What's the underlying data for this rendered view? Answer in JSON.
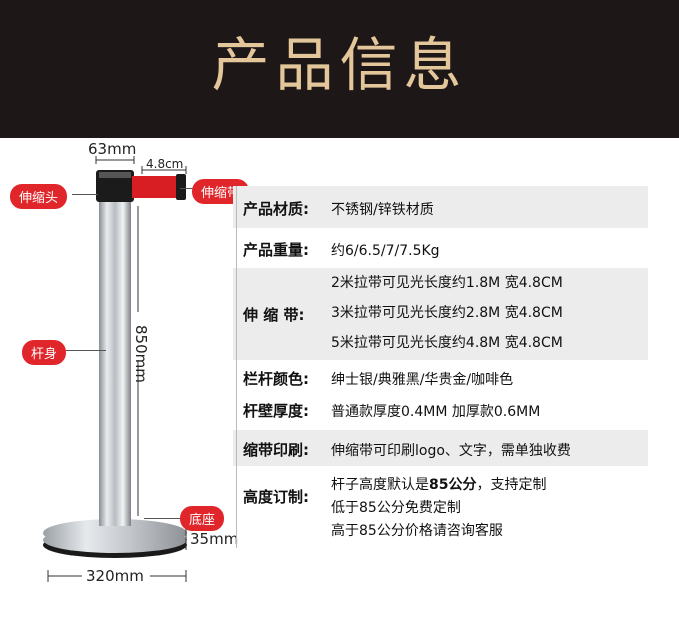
{
  "banner": {
    "title": "产品信息"
  },
  "dimensions": {
    "top_width": "63mm",
    "belt_width": "4.8cm",
    "height": "850mm",
    "base_width": "320mm",
    "base_height": "35mm"
  },
  "callouts": {
    "head": "伸缩头",
    "belt": "伸缩带",
    "pole": "杆身",
    "base": "底座"
  },
  "specs": {
    "material": {
      "label": "产品材质:",
      "value": "不锈钢/锌铁材质"
    },
    "weight": {
      "label": "产品重量:",
      "value": "约6/6.5/7/7.5Kg"
    },
    "belt": {
      "label": "伸 缩 带:",
      "lines": [
        "2米拉带可见光长度约1.8M 宽4.8CM",
        "3米拉带可见光长度约2.8M 宽4.8CM",
        "5米拉带可见光长度约4.8M 宽4.8CM"
      ]
    },
    "color": {
      "label": "栏杆颜色:",
      "value": "绅士银/典雅黑/华贵金/咖啡色"
    },
    "thickness": {
      "label": "杆壁厚度:",
      "value": "普通款厚度0.4MM   加厚款0.6MM"
    },
    "print": {
      "label": "缩带印刷:",
      "value": "伸缩带可印刷logo、文字，需单独收费"
    },
    "custom": {
      "label": "高度订制:",
      "line1_pre": "杆子高度默认是",
      "line1_bold": "85公分",
      "line1_post": "，支持定制",
      "line2": "低于85公分免费定制",
      "line3": "高于85公分价格请咨询客服"
    }
  }
}
